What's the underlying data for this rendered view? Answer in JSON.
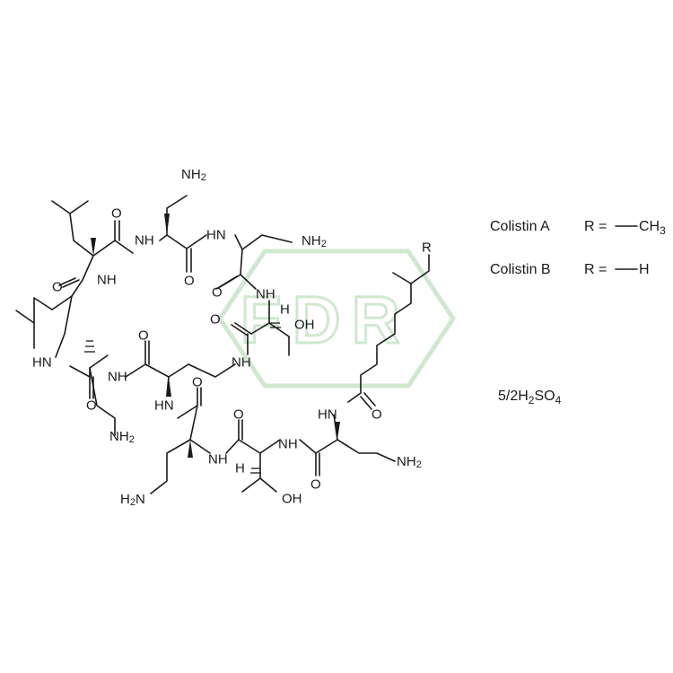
{
  "legend": {
    "colistin_a": {
      "name": "Colistin A",
      "r_label": "R =",
      "substituent": "CH3"
    },
    "colistin_b": {
      "name": "Colistin B",
      "r_label": "R =",
      "substituent": "H"
    }
  },
  "salt": "5/2H2SO4",
  "watermark": "FDR",
  "atoms": {
    "nh2": "NH2",
    "nh": "NH",
    "hn": "HN",
    "o": "O",
    "oh": "OH",
    "h": "H",
    "r": "R"
  }
}
